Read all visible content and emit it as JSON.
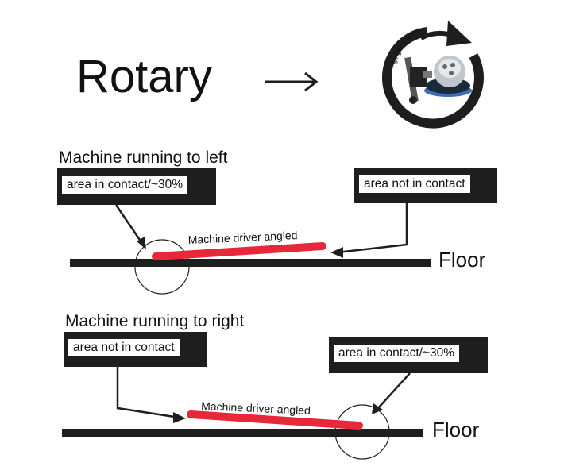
{
  "title": "Rotary",
  "badge": {
    "rotation_label": "Single rotation"
  },
  "panel_left": {
    "heading": "Machine running to left",
    "contact_label": "area in contact/~30%",
    "no_contact_label": "area not in contact",
    "driver_label": "Machine driver angled",
    "floor_label": "Floor"
  },
  "panel_right": {
    "heading": "Machine running to right",
    "contact_label": "area in contact/~30%",
    "no_contact_label": "area not in contact",
    "driver_label": "Machine driver angled",
    "floor_label": "Floor"
  },
  "colors": {
    "driver": "#e8283a",
    "ink": "#1e1e1e",
    "pad": "#3a6fb5"
  },
  "icons": [
    "right-arrow-icon",
    "rotation-arrow-icon",
    "floor-machine-icon"
  ]
}
